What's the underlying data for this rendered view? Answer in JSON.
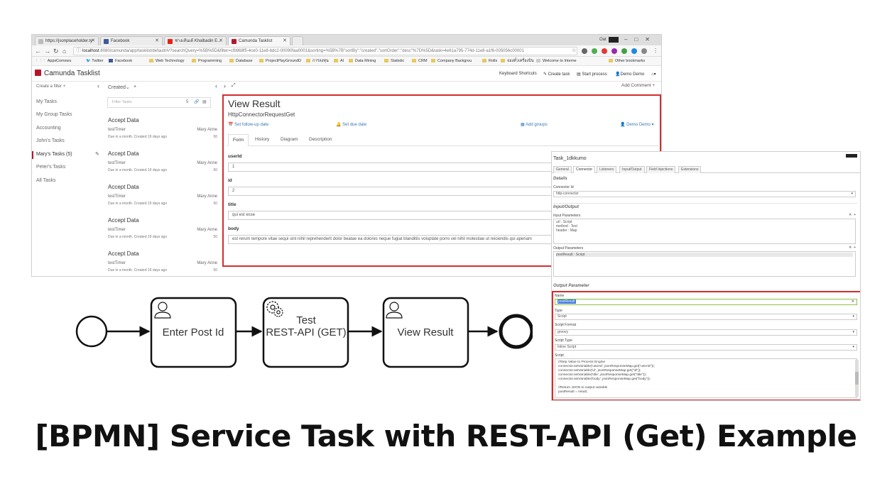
{
  "browser": {
    "tabs": [
      {
        "label": "https://jsonplaceholder.ty",
        "active": false
      },
      {
        "label": "Facebook",
        "active": false
      },
      {
        "label": "ช่างเส้นเด้ Khalbadin E...",
        "active": false
      },
      {
        "label": "Camunda Tasklist",
        "active": true
      }
    ],
    "user_label": "Oat",
    "url_host": "localhost",
    "url_rest": ":8080/camunda/app/tasklist/default/#/?searchQuery=%5B%5D&filter=cfb968f5-4ce0-11e8-bdc2-00090faa0001&sorting=%5B%7B\"sortBy\":\"created\",\"sortOrder\":\"desc\"%7D%5D&task=4e61a795-774d-11e8-a1f6-005056c00001",
    "bookmarks": [
      "Apps",
      "Comswu",
      "Twitter",
      "Facebook",
      "Web Technology",
      "Programming",
      "Database",
      "ProjectPlayGroundD",
      "การลงทุน",
      "AI",
      "Data Mining",
      "Statistic",
      "CRM",
      "Company Backgrou",
      "Rolls",
      "จองตั๋วเครื่องบิน",
      "Welcome to Interne",
      "Other bookmarks"
    ]
  },
  "app": {
    "title": "Camunda Tasklist",
    "header_links": [
      "Keyboard Shortcuts",
      "Create task",
      "Start process",
      "Demo Demo"
    ]
  },
  "filters": {
    "create_label": "Create a filter +",
    "items": [
      "My Tasks",
      "My Group Tasks",
      "Accounting",
      "John's Tasks",
      "Mary's Tasks (5)",
      "Peter's Tasks",
      "All Tasks"
    ],
    "active_index": 4
  },
  "tasklist": {
    "sort_label": "Created",
    "add_label": "+",
    "filter_placeholder": "Filter Tasks",
    "filter_count": "5",
    "tasks": [
      {
        "name": "Accept Data",
        "process": "testTimer",
        "assignee": "Mary Anne",
        "due": "Due in a month. Created 19 days ago",
        "priority": "50"
      },
      {
        "name": "Accept Data",
        "process": "testTimer",
        "assignee": "Mary Anne",
        "due": "Due in a month. Created 19 days ago",
        "priority": "50"
      },
      {
        "name": "Accept Data",
        "process": "testTimer",
        "assignee": "Mary Anne",
        "due": "Due in a month. Created 19 days ago",
        "priority": "50"
      },
      {
        "name": "Accept Data",
        "process": "testTimer",
        "assignee": "Mary Anne",
        "due": "Due in a month. Created 19 days ago",
        "priority": "50"
      },
      {
        "name": "Accept Data",
        "process": "testTimer",
        "assignee": "Mary Anne",
        "due": "Due in a month. Created 19 days ago",
        "priority": "50"
      }
    ]
  },
  "form": {
    "add_comment": "Add Comment +",
    "title": "View Result",
    "subtitle": "HttpConnectorRequestGet",
    "follow_up": "Set follow-up date",
    "due_date": "Set due date",
    "add_groups": "Add groups",
    "assignee": "Demo Demo",
    "tabs": [
      "Form",
      "History",
      "Diagram",
      "Description"
    ],
    "fields": [
      {
        "label": "userId",
        "value": "1"
      },
      {
        "label": "id",
        "value": "2"
      },
      {
        "label": "title",
        "value": "qui est esse"
      },
      {
        "label": "body",
        "value": "est rerum tempore vitae sequi sint nihil reprehenderit dolor beatae ea dolores neque fugiat blanditiis voluptate porro vel nihil molestiae ut reiciendis qui aperiam"
      }
    ]
  },
  "props": {
    "task_id": "Task_1dkkumo",
    "tabs": [
      "General",
      "Connector",
      "Listeners",
      "Input/Output",
      "Field Injections",
      "Extensions"
    ],
    "active_tab": 1,
    "details_title": "Details",
    "connector_label": "Connector Id",
    "connector_value": "http-connector",
    "io_title": "Input/Output",
    "input_label": "Input Parameters",
    "inputs": [
      "url : Script",
      "method : Text",
      "header : Map"
    ],
    "output_label": "Output Parameters",
    "outputs": [
      "postResult : Script"
    ],
    "out_param_title": "Output Parameter",
    "name_label": "Name",
    "name_value": "postResult",
    "type_label": "Type",
    "type_value": "Script",
    "format_label": "Script Format",
    "format_value": "groovy",
    "script_type_label": "Script Type",
    "script_type_value": "Inline Script",
    "script_label": "Script",
    "script_text": "//Step Value to Process Engine\nconnector.setVariable('userId', jsonResponseMap.get(\"userId\"));\nconnector.setVariable('id', jsonResponseMap.get(\"id\"));\nconnector.setVariable('title', jsonResponseMap.get(\"title\"));\nconnector.setVariable('body', jsonResponseMap.get(\"body\"));\n\n//Return JSON to output variable\npostResult = result;"
  },
  "bpmn": {
    "tasks": [
      {
        "label": "Enter Post Id",
        "icon": "user-icon"
      },
      {
        "label_line1": "Test",
        "label_line2": "REST-API (GET)",
        "icon": "gear-icon"
      },
      {
        "label": "View Result",
        "icon": "user-icon"
      }
    ]
  },
  "caption": "[BPMN] Service Task with REST-API (Get) Example",
  "colors": {
    "accent": "#b5152b",
    "highlight_border": "#d22d2d",
    "link": "#3c78b4"
  }
}
